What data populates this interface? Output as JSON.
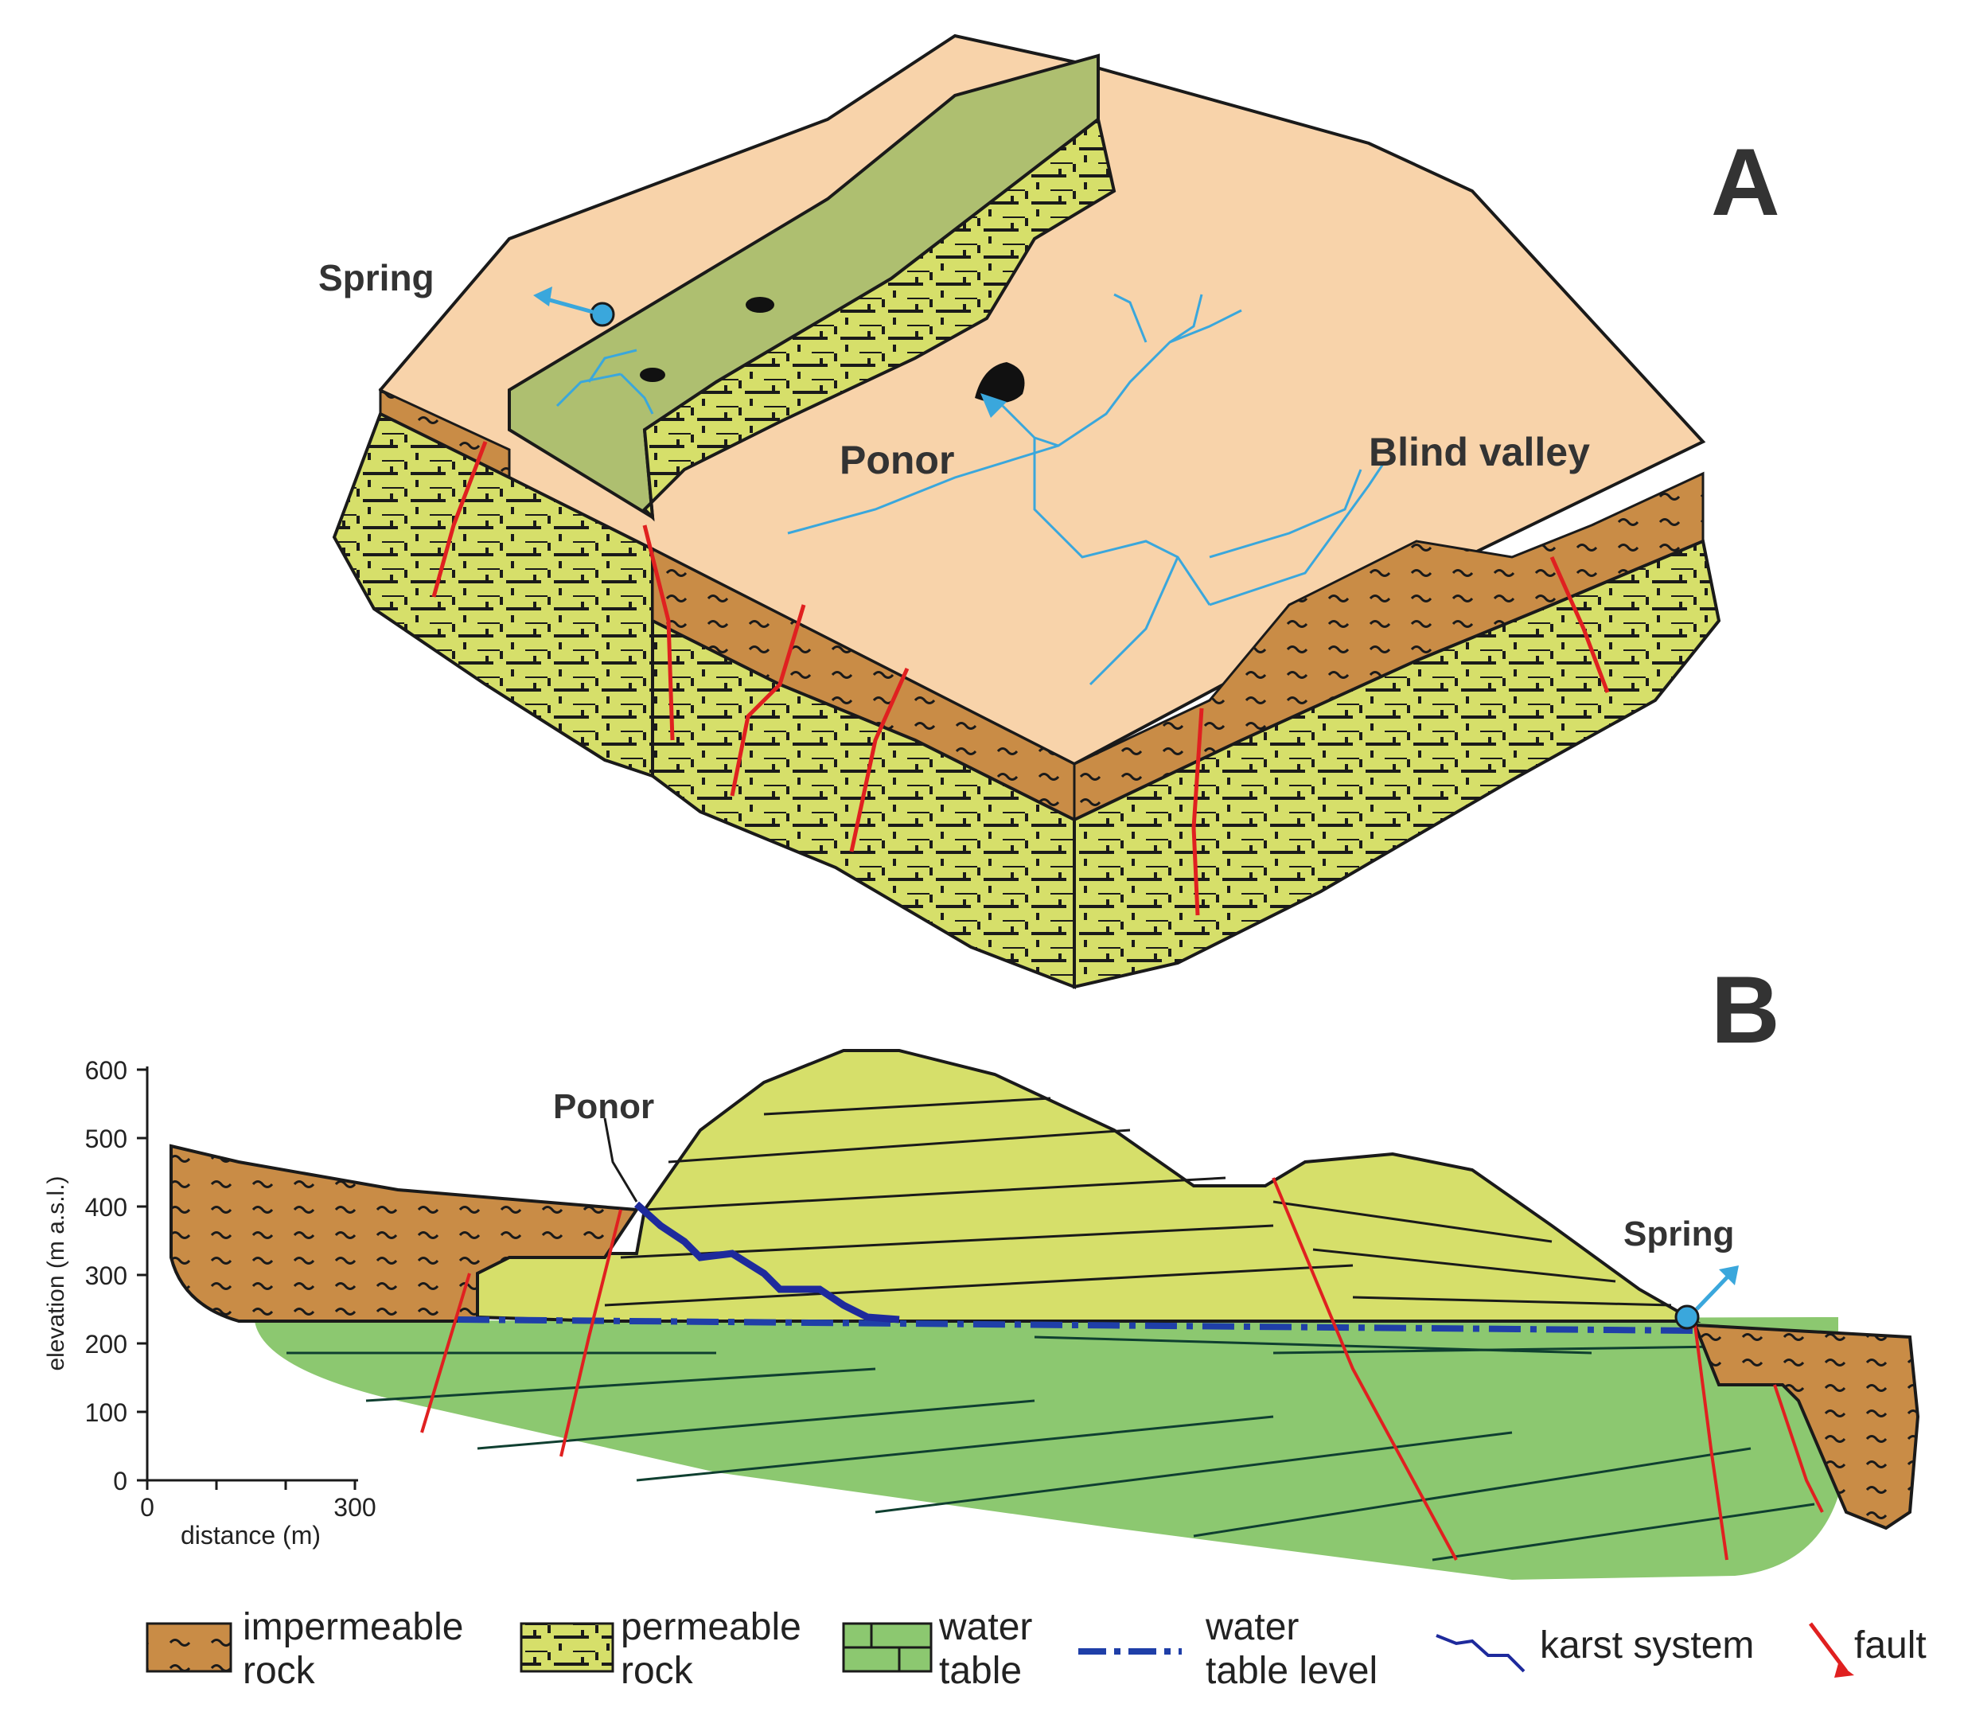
{
  "panel_a": {
    "letter": "A",
    "labels": {
      "spring": "Spring",
      "ponor": "Ponor",
      "blind_valley": "Blind valley"
    }
  },
  "panel_b": {
    "letter": "B",
    "labels": {
      "ponor": "Ponor",
      "spring": "Spring"
    },
    "axes": {
      "ylabel": "elevation (m a.s.l.)",
      "xlabel": "distance (m)",
      "y_ticks": [
        "0",
        "100",
        "200",
        "300",
        "400",
        "500",
        "600"
      ],
      "x_ticks": [
        "0",
        "300"
      ]
    }
  },
  "legend": {
    "impermeable": [
      "impermeable",
      "rock"
    ],
    "permeable": [
      "permeable",
      "rock"
    ],
    "water_table": [
      "water",
      "table"
    ],
    "water_table_level": [
      "water",
      "table level"
    ],
    "karst": "karst system",
    "fault": "fault"
  },
  "colors": {
    "peach": "#f8d3aa",
    "brown": "#c98c46",
    "olive": "#aebf70",
    "yellowgreen": "#d6df6a",
    "green": "#8cc870",
    "fault": "#e02020",
    "stream": "#3aa7dc",
    "karst": "#1e2a9c",
    "watertable": "#1f3fa8"
  }
}
